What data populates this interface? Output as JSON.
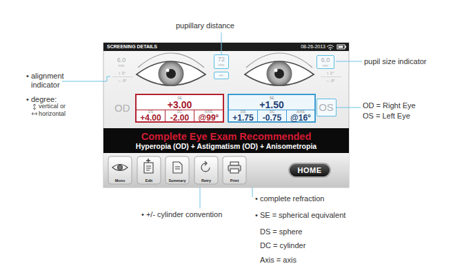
{
  "diagram": {
    "nodes": [
      {
        "text": [
          "SCREENING DETAILS",
          "08-26-2013"
        ]
      },
      {
        "text": [
          "6.0",
          "mm"
        ],
        "in": 0
      },
      {
        "text": [
          "↕ 1°",
          "↔ 0°"
        ],
        "in": 0
      },
      {
        "text": [
          "72",
          "mm"
        ],
        "in": 0
      },
      {
        "text": [
          "+/-"
        ],
        "in": 0
      },
      {
        "text": [
          "6.0",
          "mm"
        ],
        "in": 0
      },
      {
        "text": [
          "↕ 1°",
          "↔ 0°"
        ],
        "in": 0
      },
      {
        "text": [
          "SE",
          "+3.00"
        ],
        "in": 0
      },
      {
        "text": [
          "DS",
          "+4.00"
        ],
        "in": 7
      },
      {
        "text": [
          "DC",
          "-2.00"
        ],
        "in": 7
      },
      {
        "text": [
          "AXIS",
          "@99°"
        ],
        "in": 7
      },
      {
        "text": [
          "SE",
          "+1.50"
        ],
        "in": 0
      },
      {
        "text": [
          "DS",
          "+1.75"
        ],
        "in": 11
      },
      {
        "text": [
          "DC",
          "-0.75"
        ],
        "in": 11
      },
      {
        "text": [
          "AXIS",
          "@16°"
        ],
        "in": 11
      },
      {
        "text": [
          "OS"
        ],
        "in": 0
      },
      {
        "text": [
          "Complete Eye Exam Recommended",
          "Hyperopia (OD) + Astigmatism (OD) + Anisometropia"
        ],
        "in": 0
      },
      {
        "text": [
          "Mono"
        ],
        "in": 0
      },
      {
        "text": [
          "Edit"
        ],
        "in": 0
      },
      {
        "text": [
          "Summary"
        ],
        "in": 0
      },
      {
        "text": [
          "Retry"
        ],
        "in": 0
      },
      {
        "text": [
          "Print"
        ],
        "in": 0
      },
      {
        "text": [
          "HOME"
        ],
        "in": 0
      }
    ],
    "labels": [
      "pupillary distance",
      "• alignment indicator",
      "• degree:",
      "vertical or",
      "horizontal",
      "OD",
      "pupil size indicator",
      "OD = Right Eye",
      "OS = Left Eye",
      "• +/- cylinder convention",
      "• complete refraction",
      "• SE = spherical equivalent",
      "DS = sphere",
      "DC = cylinder",
      "Axis = axis"
    ]
  }
}
